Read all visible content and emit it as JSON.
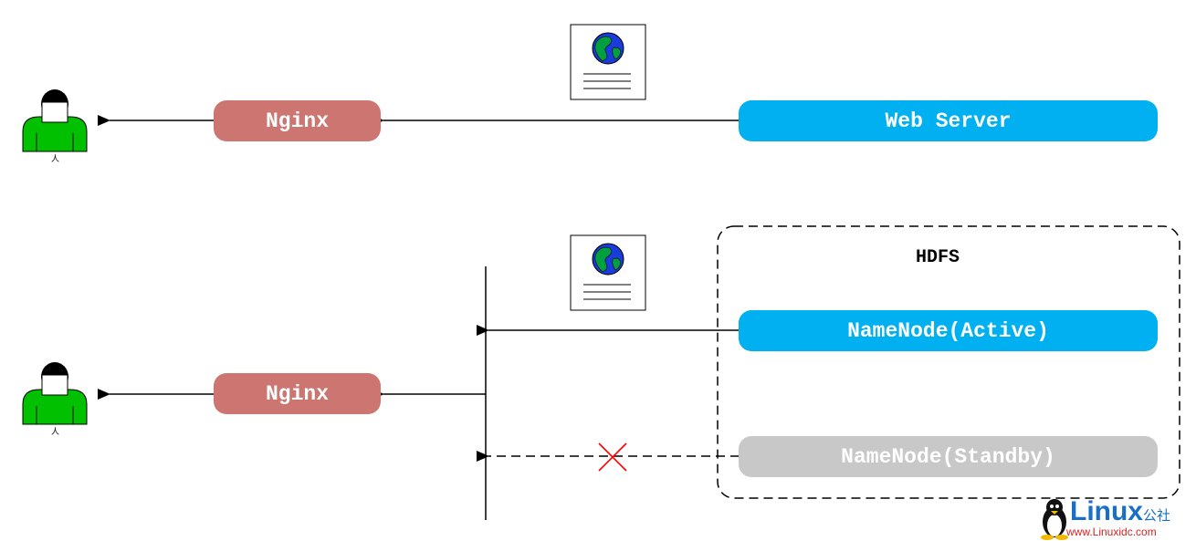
{
  "top_row": {
    "person_label": "人",
    "nginx_label": "Nginx",
    "web_server_label": "Web Server"
  },
  "bottom_row": {
    "person_label": "人",
    "nginx_label": "Nginx",
    "cluster_label": "HDFS",
    "namenode_active_label": "NameNode(Active)",
    "namenode_standby_label": "NameNode(Standby)"
  },
  "watermark": {
    "brand": "Linux",
    "brand_cn": "公社",
    "url": "www.Linuxidc.com"
  },
  "colors": {
    "nginx": "#cd7570",
    "server_active": "#00b0f0",
    "server_standby": "#c8c8c8",
    "person": "#00c000",
    "blocked_mark": "#ff0000"
  },
  "icons": [
    "person-icon",
    "web-page-globe-icon",
    "cross-mark-icon",
    "tux-penguin-icon"
  ]
}
